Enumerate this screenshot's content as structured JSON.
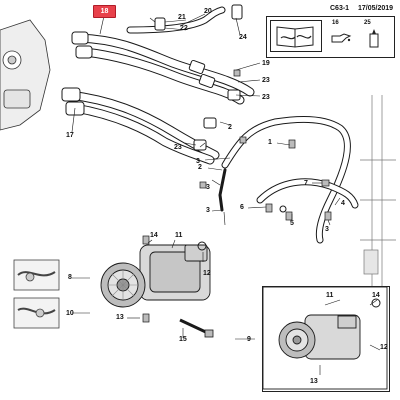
{
  "header": {
    "diagram_code": "C63-1",
    "date": "17/05/2019",
    "highlighted_part": "18"
  },
  "reference_box": {
    "icons": [
      "manual-book-icon",
      "oil-can-icon",
      "sealant-tube-icon"
    ],
    "refs": [
      "16",
      "25"
    ]
  },
  "callouts": {
    "c1": "1",
    "c2a": "2",
    "c2b": "2",
    "c3a": "3",
    "c3b": "3",
    "c3c": "3",
    "c4": "4",
    "c5": "5",
    "c6": "6",
    "c7": "7",
    "c8": "8",
    "c9": "9",
    "c10": "10",
    "c11a": "11",
    "c11b": "11",
    "c12a": "12",
    "c12b": "12",
    "c13a": "13",
    "c13b": "13",
    "c14a": "14",
    "c14b": "14",
    "c15": "15",
    "c17": "17",
    "c19": "19",
    "c20": "20",
    "c21": "21",
    "c22": "22",
    "c23a": "23",
    "c23b": "23",
    "c23c": "23",
    "c24": "24"
  },
  "colors": {
    "highlight": "#e8414b",
    "line": "#1a1a1a",
    "pipe_fill": "#ffffff",
    "component_fill": "#d9d9d9"
  }
}
